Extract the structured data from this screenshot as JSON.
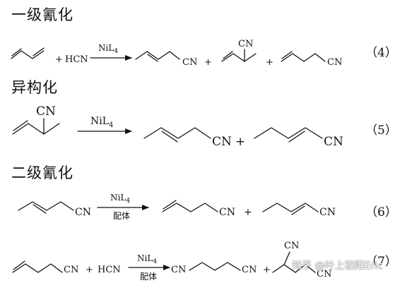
{
  "headings": {
    "primary": "一级氰化",
    "isomerization": "异构化",
    "secondary": "二级氰化"
  },
  "equations": {
    "eq4": {
      "number": "（4）",
      "reagent": "HCN",
      "plus": "+",
      "catalyst": "NiL",
      "catalyst_sub": "4",
      "cn_label": "CN"
    },
    "eq5": {
      "number": "（5）",
      "plus": "+",
      "catalyst": "NiL",
      "catalyst_sub": "4",
      "cn_label": "CN"
    },
    "eq6": {
      "number": "（6）",
      "plus": "+",
      "catalyst": "NiL",
      "catalyst_sub": "4",
      "ligand": "配体",
      "cn_label": "CN"
    },
    "eq7": {
      "number": "（7）",
      "reagent": "HCN",
      "plus": "+",
      "catalyst": "NiL",
      "catalyst_sub": "4",
      "ligand": "配体",
      "cn_label": "CN"
    }
  },
  "watermark": "知乎 @叶上初阳Eric"
}
